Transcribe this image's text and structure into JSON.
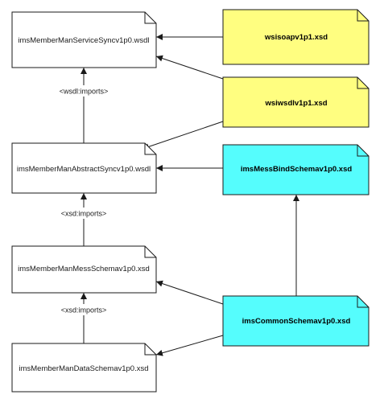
{
  "documents": {
    "service_wsdl": {
      "label": "imsMemberManServiceSyncv1p0.wsdl",
      "color": "#ffffff"
    },
    "abstract_wsdl": {
      "label": "imsMemberManAbstractSyncv1p0.wsdl",
      "color": "#ffffff"
    },
    "mess_schema": {
      "label": "imsMemberManMessSchemav1p0.xsd",
      "color": "#ffffff"
    },
    "data_schema": {
      "label": "imsMemberManDataSchemav1p0.xsd",
      "color": "#ffffff"
    },
    "wsisoap": {
      "label": "wsisoapv1p1.xsd",
      "color": "#fffe80"
    },
    "wsiwsdl": {
      "label": "wsiwsdlv1p1.xsd",
      "color": "#fffe80"
    },
    "mess_bind": {
      "label": "imsMessBindSchemav1p0.xsd",
      "color": "#55fdfd"
    },
    "common_schema": {
      "label": "imsCommonSchemav1p0.xsd",
      "color": "#55fdfd"
    }
  },
  "edge_labels": {
    "wsdl_imports": "<wsdl:imports>",
    "xsd_imports_1": "<xsd:imports>",
    "xsd_imports_2": "<xsd:imports>"
  }
}
